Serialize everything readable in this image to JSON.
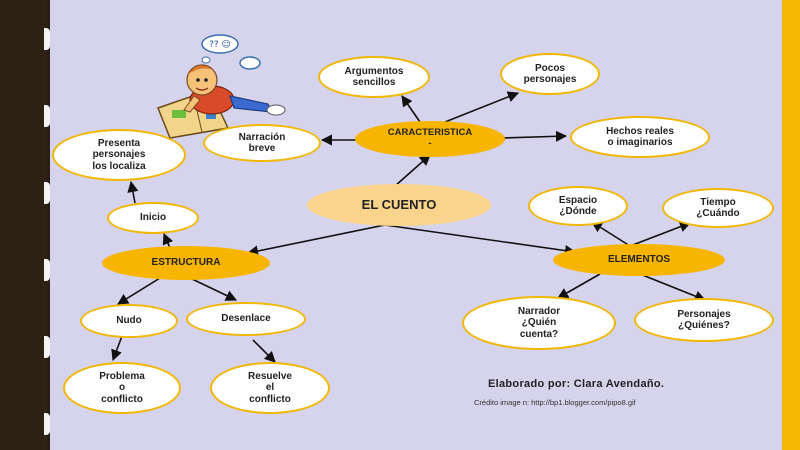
{
  "diagram": {
    "center": "EL CUENTO",
    "nodes": {
      "caracteristica": "CARACTERISTICA\n-",
      "argumentos": "Argumentos\nsencillos",
      "pocos": "Pocos\npersonajes",
      "hechos": "Hechos reales\no imaginarios",
      "narracion": "Narración\nbreve",
      "estructura": "ESTRUCTURA",
      "inicio": "Inicio",
      "presenta": "Presenta\npersonajes\nlos localiza",
      "nudo": "Nudo",
      "desenlace": "Desenlace",
      "problema": "Problema\no\nconflicto",
      "resuelve": "Resuelve\nel\nconflicto",
      "elementos": "ELEMENTOS",
      "espacio": "Espacio\n¿Dónde",
      "tiempo": "Tiempo\n¿Cuándo",
      "narrador": "Narrador\n¿Quién\ncuenta?",
      "personajes": "Personajes\n¿Quiénes?"
    }
  },
  "credits": {
    "author": "Elaborado por: Clara Avendaño.",
    "image": "Crédito image n: http://bp1.blogger.com/pipo8.gif"
  },
  "colors": {
    "gold": "#f7b500",
    "center": "#fad48c",
    "background": "#d6d3ec",
    "frame": "#2d2114",
    "accent_strip": "#f5b800"
  },
  "icons": [
    "cartoon-boy-reading-icon"
  ]
}
